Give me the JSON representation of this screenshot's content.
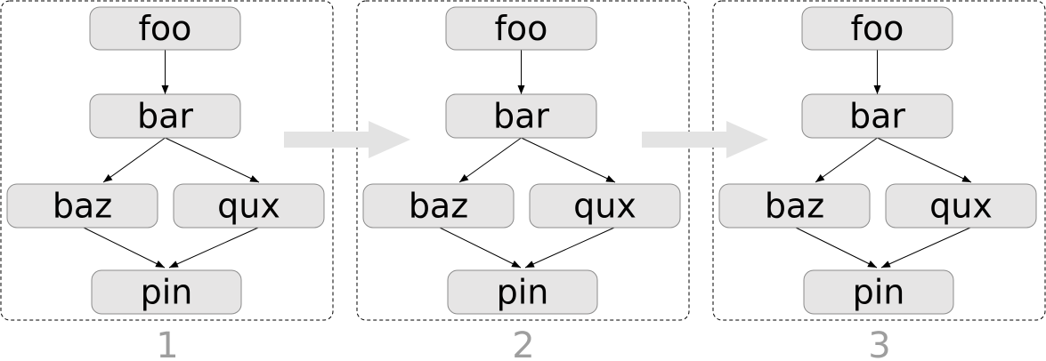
{
  "colors": {
    "node_fill": "#e6e5e5",
    "node_stroke": "#8c8c8c",
    "caption": "#9e9e9e",
    "transition_arrow": "#e3e3e3"
  },
  "panels": [
    {
      "caption": "1",
      "nodes": [
        {
          "id": "foo",
          "label": "foo"
        },
        {
          "id": "bar",
          "label": "bar"
        },
        {
          "id": "baz",
          "label": "baz"
        },
        {
          "id": "qux",
          "label": "qux"
        },
        {
          "id": "pin",
          "label": "pin"
        }
      ],
      "edges": [
        [
          "foo",
          "bar"
        ],
        [
          "bar",
          "baz"
        ],
        [
          "bar",
          "qux"
        ],
        [
          "baz",
          "pin"
        ],
        [
          "qux",
          "pin"
        ]
      ]
    },
    {
      "caption": "2",
      "nodes": [
        {
          "id": "foo",
          "label": "foo"
        },
        {
          "id": "bar",
          "label": "bar"
        },
        {
          "id": "baz",
          "label": "baz"
        },
        {
          "id": "qux",
          "label": "qux"
        },
        {
          "id": "pin",
          "label": "pin"
        }
      ],
      "edges": [
        [
          "foo",
          "bar"
        ],
        [
          "bar",
          "baz"
        ],
        [
          "bar",
          "qux"
        ],
        [
          "baz",
          "pin"
        ],
        [
          "qux",
          "pin"
        ]
      ]
    },
    {
      "caption": "3",
      "nodes": [
        {
          "id": "foo",
          "label": "foo"
        },
        {
          "id": "bar",
          "label": "bar"
        },
        {
          "id": "baz",
          "label": "baz"
        },
        {
          "id": "qux",
          "label": "qux"
        },
        {
          "id": "pin",
          "label": "pin"
        }
      ],
      "edges": [
        [
          "foo",
          "bar"
        ],
        [
          "bar",
          "baz"
        ],
        [
          "bar",
          "qux"
        ],
        [
          "baz",
          "pin"
        ],
        [
          "qux",
          "pin"
        ]
      ]
    }
  ]
}
